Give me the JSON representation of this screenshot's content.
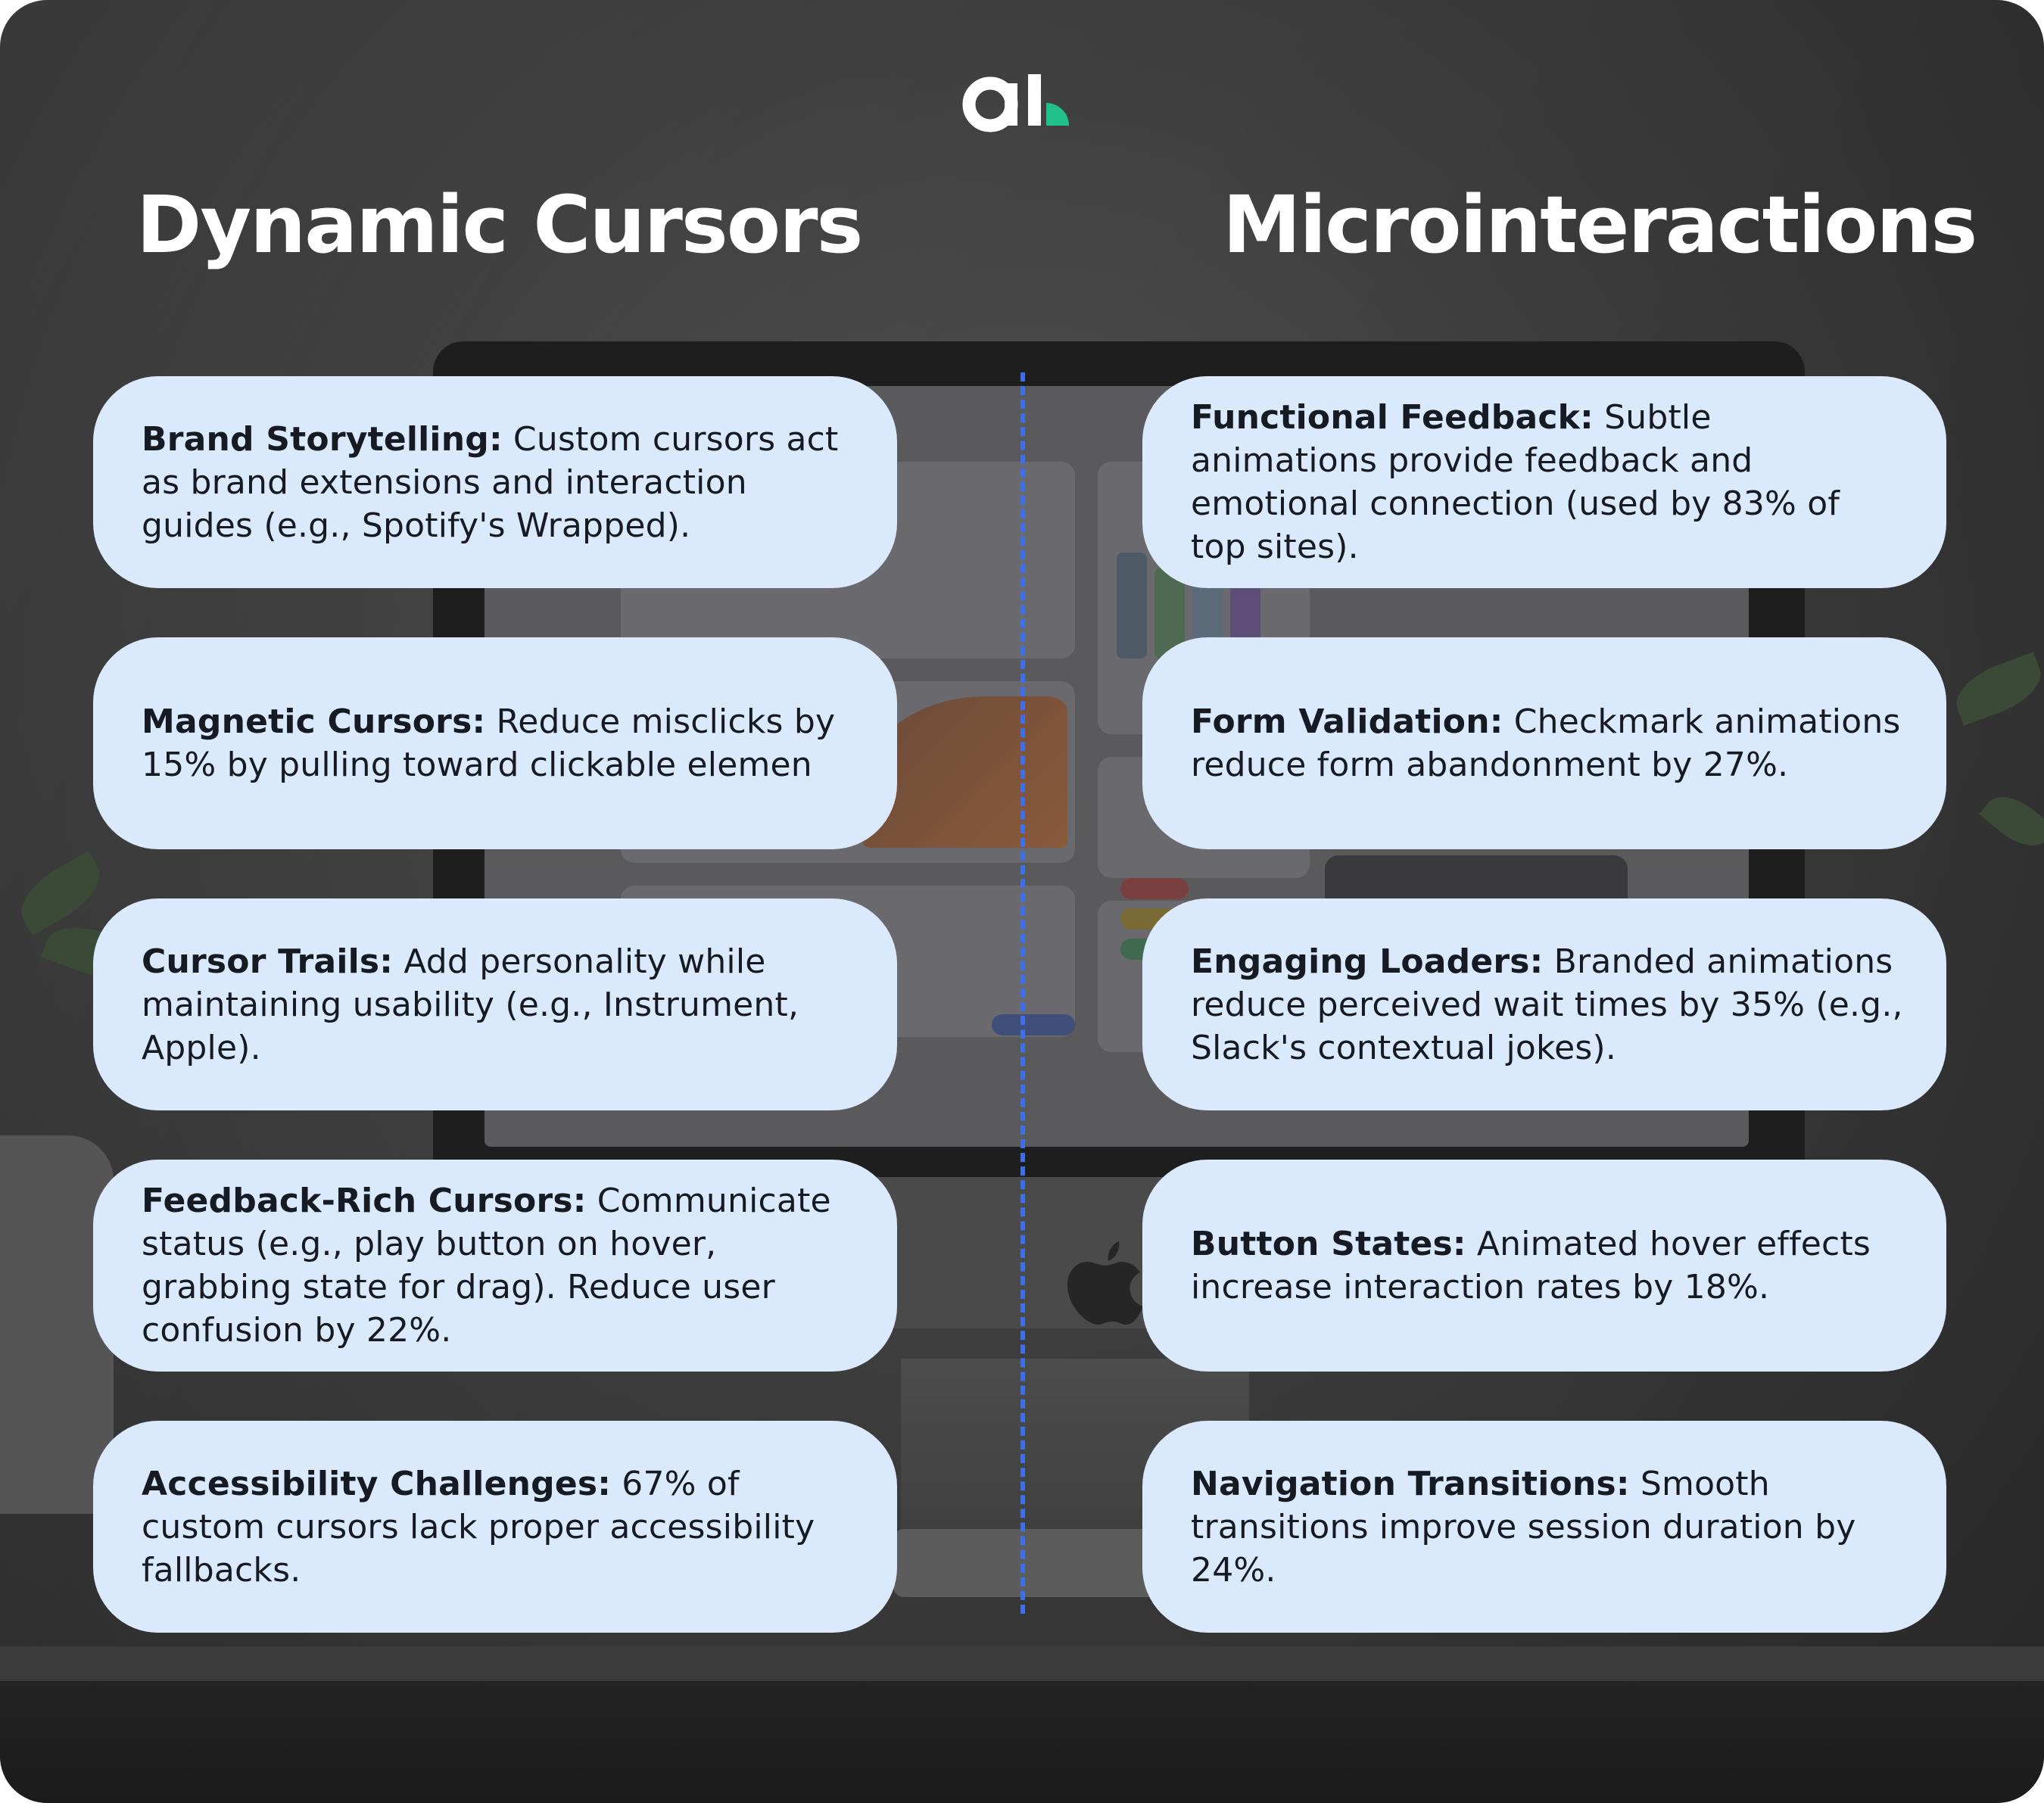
{
  "logo": {
    "text": "al.",
    "accent_color": "#22c08b"
  },
  "columns": [
    {
      "title": "Dynamic Cursors",
      "cards": [
        {
          "label": "Brand Storytelling:",
          "text": " Custom cursors act as brand extensions and interaction guides (e.g., Spotify's Wrapped)."
        },
        {
          "label": "Magnetic Cursors:",
          "text": " Reduce misclicks by 15% by pulling toward clickable elemen"
        },
        {
          "label": "Cursor Trails:",
          "text": " Add personality while maintaining usability (e.g., Instrument, Apple)."
        },
        {
          "label": "Feedback-Rich Cursors:",
          "text": " Communicate status (e.g., play button on hover, grabbing state for drag). Reduce user confusion by 22%."
        },
        {
          "label": "Accessibility Challenges:",
          "text": " 67% of custom cursors lack proper accessibility fallbacks."
        }
      ]
    },
    {
      "title": "Microinteractions",
      "cards": [
        {
          "label": "Functional Feedback:",
          "text": " Subtle animations provide feedback and emotional connection (used by 83% of top sites)."
        },
        {
          "label": "Form Validation:",
          "text": " Checkmark animations reduce form abandonment by 27%."
        },
        {
          "label": "Engaging Loaders:",
          "text": " Branded animations reduce perceived wait times by 35% (e.g., Slack's contextual jokes)."
        },
        {
          "label": "Button States:",
          "text": " Animated hover effects increase interaction rates by 18%."
        },
        {
          "label": "Navigation Transitions:",
          "text": " Smooth transitions improve session duration by 24%."
        }
      ]
    }
  ],
  "colors": {
    "card_background": "#dbe9fd",
    "divider": "#3f6fe8",
    "title": "#ffffff",
    "background": "#3e3e3e"
  }
}
